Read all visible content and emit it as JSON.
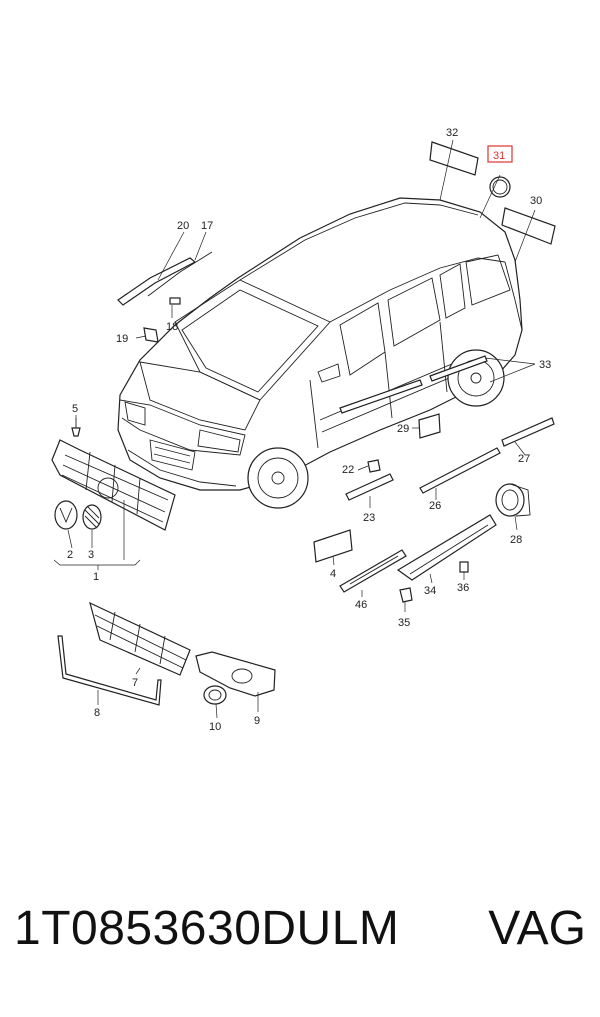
{
  "callouts": [
    "32",
    "31",
    "30",
    "20",
    "17",
    "18",
    "19",
    "33",
    "5",
    "29",
    "27",
    "22",
    "2",
    "3",
    "1",
    "23",
    "26",
    "28",
    "4",
    "46",
    "34",
    "36",
    "35",
    "7",
    "8",
    "10",
    "9"
  ],
  "highlighted_callout": "31",
  "highlight_color": "#e0342f",
  "footer": {
    "part_number": "1T0853630DULM",
    "brand": "VAG"
  }
}
